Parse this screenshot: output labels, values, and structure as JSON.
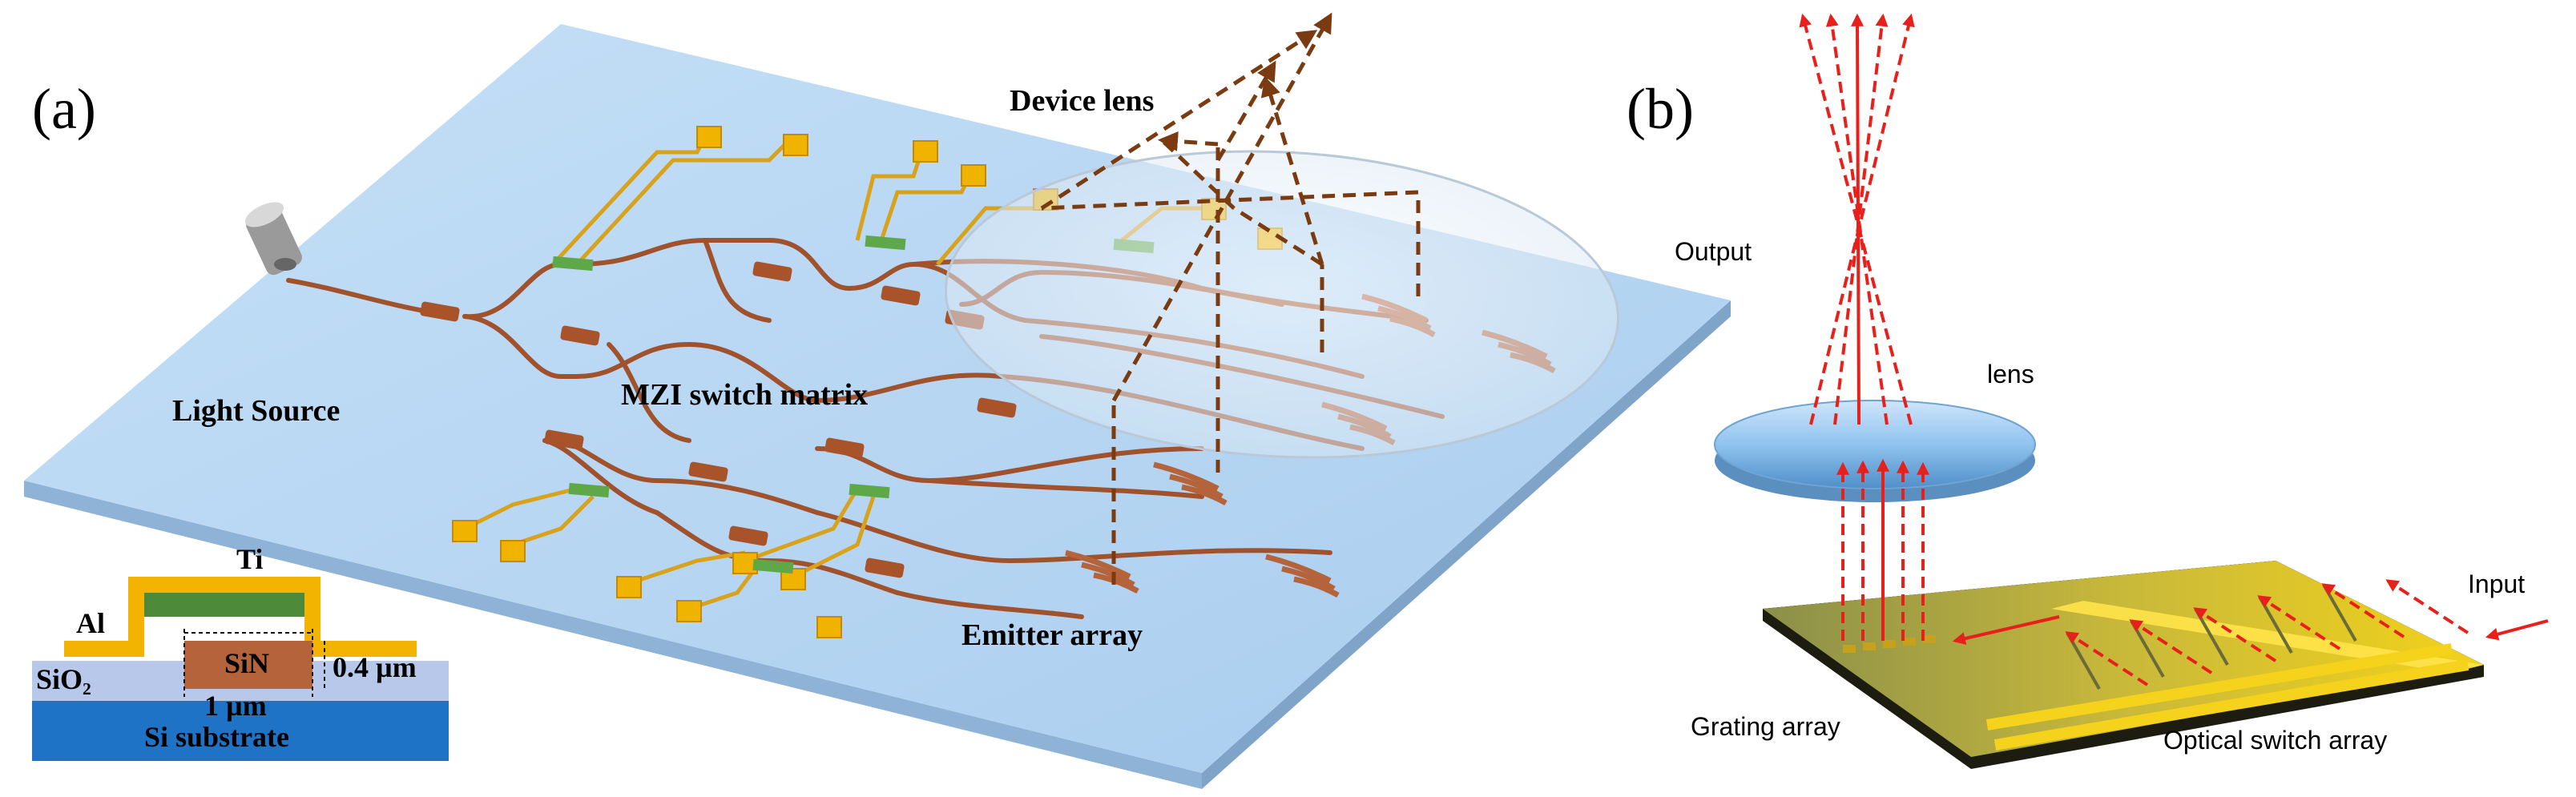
{
  "panel_a": {
    "panel_label": "(a)",
    "device_lens_label": "Device lens",
    "light_source_label": "Light Source",
    "mzi_label": "MZI switch matrix",
    "emitter_label": "Emitter array",
    "cross_section": {
      "ti_label": "Ti",
      "al_label": "Al",
      "sio2_label": "SiO₂",
      "sin_label": "SiN",
      "thickness_label": "0.4 µm",
      "width_label": "1 µm",
      "substrate_label": "Si substrate"
    }
  },
  "panel_b": {
    "panel_label": "(b)",
    "output_label": "Output",
    "lens_label": "lens",
    "input_label": "Input",
    "grating_label": "Grating array",
    "switch_label": "Optical switch array"
  },
  "colors": {
    "chip_top": "#b8d7f3",
    "chip_side": "#8fb3d6",
    "waveguide": "#a0522d",
    "electrode": "#f0b400",
    "phase_shifter": "#5fa84a",
    "beam_dashed": "#7a3b10",
    "red_beam": "#e8201c",
    "lens_fill": "#9dc8ec"
  }
}
